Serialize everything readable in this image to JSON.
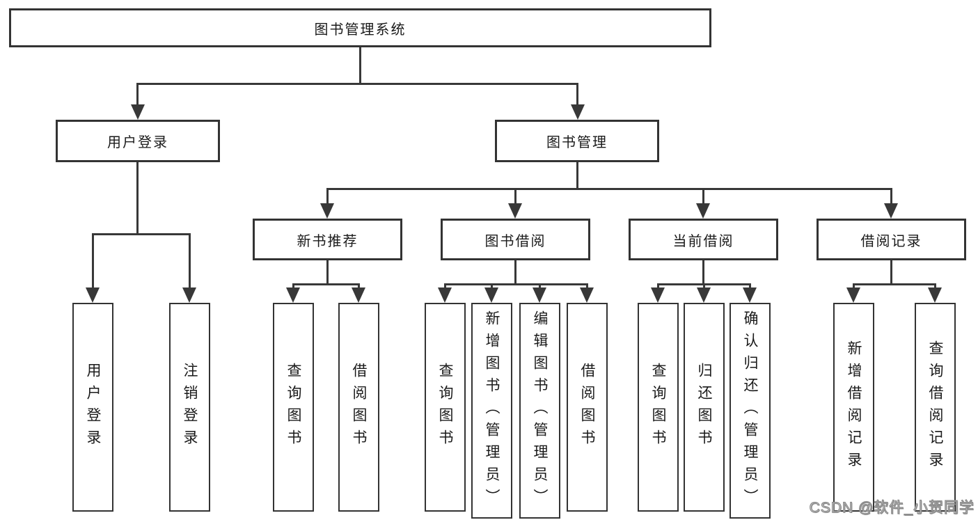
{
  "diagram": {
    "root": {
      "label": "图书管理系统"
    },
    "level2": [
      {
        "label": "用户登录"
      },
      {
        "label": "图书管理"
      }
    ],
    "level3": [
      {
        "label": "新书推荐"
      },
      {
        "label": "图书借阅"
      },
      {
        "label": "当前借阅"
      },
      {
        "label": "借阅记录"
      }
    ],
    "leaves": {
      "login": [
        {
          "label": "用户登录"
        },
        {
          "label": "注销登录"
        }
      ],
      "recommend": [
        {
          "label": "查询图书"
        },
        {
          "label": "借阅图书"
        }
      ],
      "borrow": [
        {
          "label": "查询图书"
        },
        {
          "label": "新增图书（管理员）"
        },
        {
          "label": "编辑图书（管理员）"
        },
        {
          "label": "借阅图书"
        }
      ],
      "current": [
        {
          "label": "查询图书"
        },
        {
          "label": "归还图书"
        },
        {
          "label": "确认归还（管理员）"
        }
      ],
      "records": [
        {
          "label": "新增借阅记录"
        },
        {
          "label": "查询借阅记录"
        }
      ]
    }
  },
  "watermark": {
    "text": "CSDN @软件_小贺同学"
  },
  "colors": {
    "background": "#ffffff",
    "line": "#383838",
    "border": "#333333",
    "text": "#1a1a1a",
    "watermark": "#9a9a9a"
  }
}
